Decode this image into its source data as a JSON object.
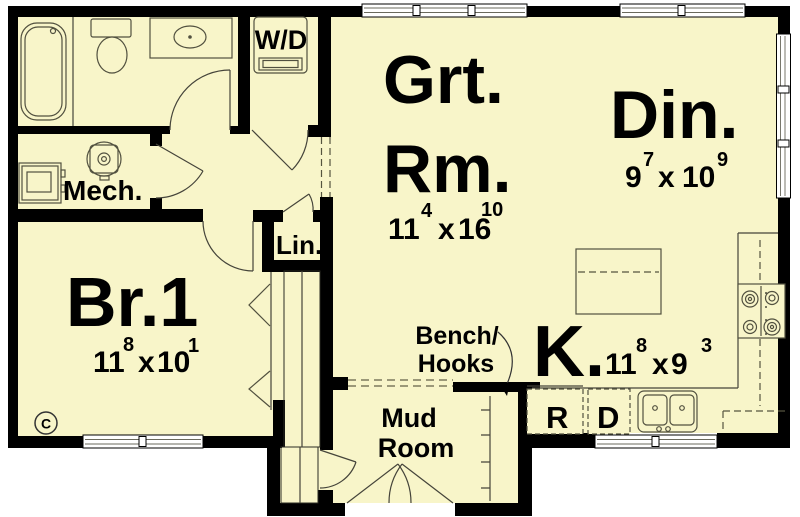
{
  "plan": {
    "colors": {
      "floor": "#f8f5c9",
      "wall": "#000000",
      "line": "#4c4b3a"
    },
    "rooms": {
      "great_room": {
        "name_line1": "Grt.",
        "name_line2": "Rm.",
        "dim": {
          "w": "11",
          "w_sup": "4",
          "sep": "x",
          "l": "16",
          "l_sup": "10"
        }
      },
      "dining": {
        "name": "Din.",
        "dim": {
          "w": "9",
          "w_sup": "7",
          "sep": "x",
          "l": "10",
          "l_sup": "9"
        }
      },
      "bedroom_1": {
        "name": "Br.1",
        "dim": {
          "w": "11",
          "w_sup": "8",
          "sep": "x",
          "l": "10",
          "l_sup": "1"
        }
      },
      "kitchen": {
        "name": "K.",
        "dim": {
          "w": "11",
          "w_sup": "8",
          "sep": "x",
          "l": "9",
          "l_sup": "3"
        }
      },
      "mechanical": {
        "name": "Mech."
      },
      "linen": {
        "name": "Lin."
      },
      "laundry_closet": {
        "name": "W/D"
      },
      "mud_room": {
        "name_line1": "Mud",
        "name_line2": "Room"
      }
    },
    "annotations": {
      "bench_hooks_line1": "Bench/",
      "bench_hooks_line2": "Hooks",
      "refrigerator_label": "R",
      "dishwasher_label": "D",
      "copyright_letter": "C"
    }
  }
}
